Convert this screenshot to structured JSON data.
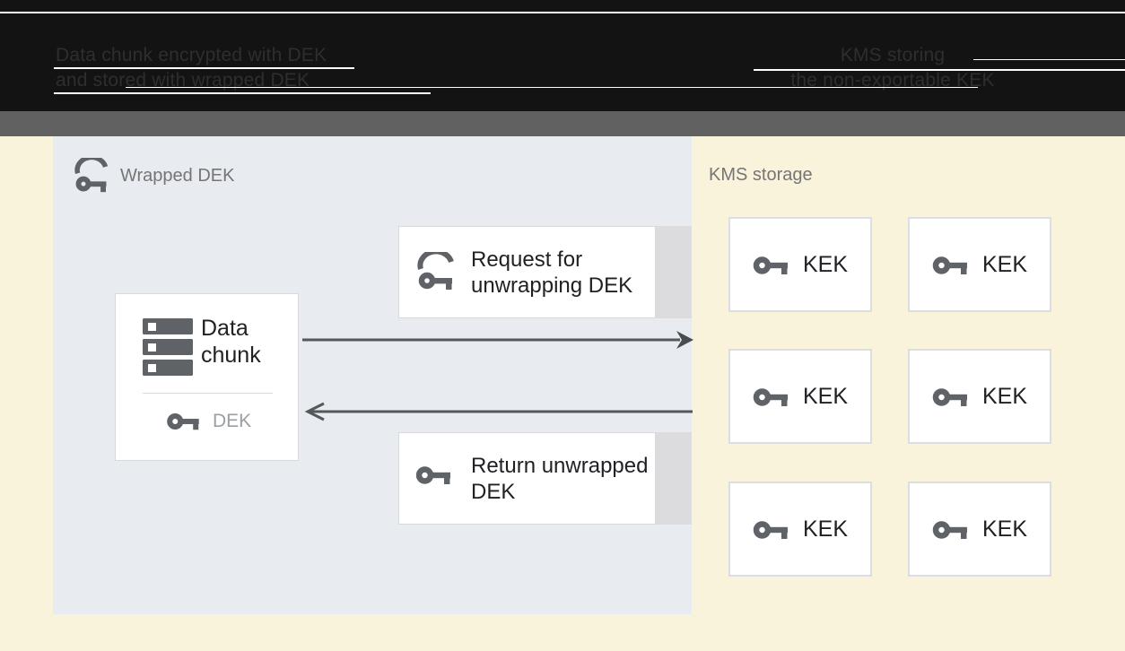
{
  "header": {
    "left_caption": {
      "line1": "Data chunk encrypted with DEK",
      "line2": "and stored with wrapped DEK"
    },
    "right_caption": {
      "line1": "KMS storing",
      "line2": "the non-exportable KEK"
    }
  },
  "wrapped_dek_panel": {
    "title": "Wrapped DEK",
    "icon": "wrapped-key-icon",
    "data_chunk_box": {
      "icon": "data-chunk-icon",
      "title": "Data chunk",
      "key_icon": "key-icon",
      "key_label": "DEK"
    }
  },
  "request_box": {
    "icon": "wrapped-key-icon",
    "label": "Request for unwrapping DEK"
  },
  "return_box": {
    "icon": "key-icon",
    "label": "Return unwrapped DEK"
  },
  "arrows": {
    "to_kms": "request-arrow-right",
    "from_kms": "return-arrow-left"
  },
  "kms_storage": {
    "title": "KMS storage",
    "keys": [
      "KEK",
      "KEK",
      "KEK",
      "KEK",
      "KEK",
      "KEK"
    ]
  },
  "colors": {
    "header_background": "#131313",
    "subheader_band": "#616161",
    "diagram_background": "#faf3dc",
    "panel_background": "#e8ecf0",
    "box_background": "#ffffff",
    "box_border": "#d7d9dc",
    "shadow_strip": "#dcdcde",
    "icon_gray": "#5f6368",
    "text_dark": "#202124",
    "text_muted": "#757575",
    "dek_label_gray": "#9aa0a6",
    "arrow_gray": "#55585b"
  }
}
